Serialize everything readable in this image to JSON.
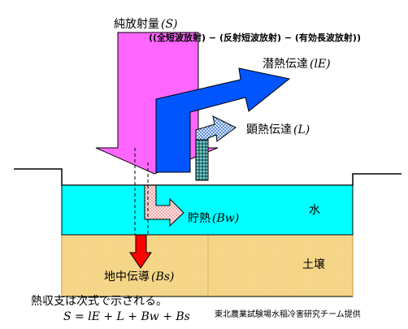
{
  "net_radiation": {
    "label_main": "純放射量",
    "symbol": "(S)",
    "formula": "((全短波放射) − (反射短波放射) − (有効長波放射))"
  },
  "latent_heat": {
    "label": "潜熱伝達",
    "symbol": "(lE)"
  },
  "sensible_heat": {
    "label": "顕熱伝達",
    "symbol": "(L)"
  },
  "storage_heat": {
    "label": "貯熱",
    "symbol": "(Bw)"
  },
  "ground_heat": {
    "label": "地中伝導",
    "symbol": "(Bs)"
  },
  "layers": {
    "water": "水",
    "soil": "土壌"
  },
  "equation": {
    "intro": "熱収支は次式で示される。",
    "formula": "S = lE + L + Bw + Bs"
  },
  "credit": "東北農業試験場水稲冷害研究チーム提供",
  "colors": {
    "net_radiation": "#ff66ff",
    "latent_heat": "#0055ff",
    "sensible_heat": "#2f6fd8",
    "storage_heat": "#f4b6b6",
    "ground_heat": "#ff0000",
    "water": "#00ffff",
    "soil": "#f5d48a"
  }
}
